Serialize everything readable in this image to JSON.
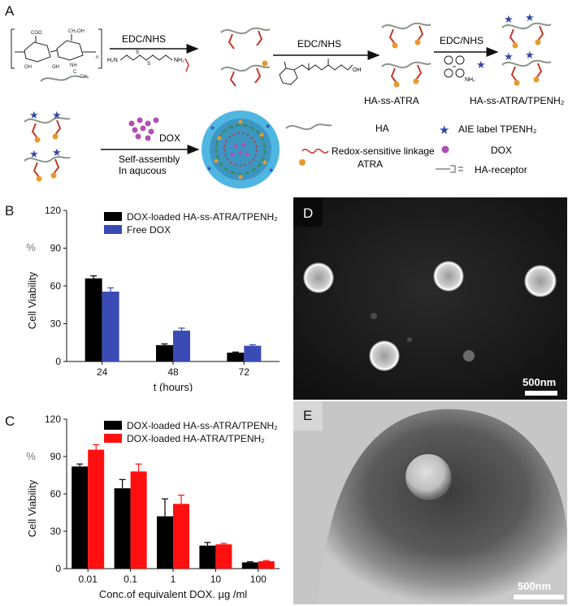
{
  "panel_a": {
    "letter": "A",
    "reagents": [
      "EDC/NHS",
      "EDC/NHS",
      "EDC/NHS"
    ],
    "products": [
      "HA-ss-ATRA",
      "HA-ss-ATRA/TPENH₂"
    ],
    "dox_label": "DOX",
    "assembly_line1": "Self-assembly",
    "assembly_line2": "In aqucous",
    "legend": {
      "ha": "HA",
      "linkage": "Redox-sensitive linkage",
      "atra": "ATRA",
      "aie": "AIE label TPENH₂",
      "dox": "DOX",
      "receptor": "HA-receptor"
    },
    "colors": {
      "ha_chain": "#8a948a",
      "linkage": "#c0392b",
      "atra": "#e69a2e",
      "aie": "#3547a6",
      "dox": "#b24fb2",
      "nano_shell": "#4fb6e2"
    }
  },
  "panel_b": {
    "letter": "B",
    "chart_data": {
      "type": "bar",
      "categories": [
        "24",
        "48",
        "72"
      ],
      "series": [
        {
          "name": "DOX-loaded HA-ss-ATRA/TPENH₂",
          "color": "#000000",
          "values": [
            66,
            13,
            7
          ],
          "errors": [
            2,
            1,
            0.5
          ]
        },
        {
          "name": "Free DOX",
          "color": "#3b4bb5",
          "values": [
            55.5,
            24.5,
            12.5
          ],
          "errors": [
            3,
            2,
            0.8
          ]
        }
      ],
      "xlabel": "t (hours)",
      "ylabel": "Cell Viability",
      "yunit": "%",
      "ylim": [
        0,
        120
      ],
      "yticks": [
        "0",
        "30",
        "60",
        "90",
        "120"
      ],
      "legend": "top-right",
      "grid": false
    }
  },
  "panel_c": {
    "letter": "C",
    "chart_data": {
      "type": "bar",
      "categories": [
        "0.01",
        "0.1",
        "1",
        "10",
        "100"
      ],
      "series": [
        {
          "name": "DOX-loaded HA-ss-ATRA/TPENH₂",
          "color": "#000000",
          "values": [
            82,
            64.5,
            42,
            18.5,
            5
          ],
          "errors": [
            2,
            7,
            14,
            2.5,
            0.5
          ]
        },
        {
          "name": "DOX-loaded HA-ATRA/TPENH₂",
          "color": "#ff1010",
          "values": [
            95.5,
            78,
            52,
            19.5,
            6
          ],
          "errors": [
            4,
            6,
            7,
            0.8,
            0.5
          ]
        }
      ],
      "xlabel": "Conc.of equivalent  DOX. µg /ml",
      "ylabel": "Cell Viability",
      "yunit": "%",
      "ylim": [
        0,
        120
      ],
      "yticks": [
        "0",
        "30",
        "60",
        "90",
        "120"
      ],
      "legend": "top-right",
      "grid": false
    }
  },
  "panel_d": {
    "letter": "D",
    "scale_bar": "500nm"
  },
  "panel_e": {
    "letter": "E",
    "scale_bar": "500nm"
  }
}
